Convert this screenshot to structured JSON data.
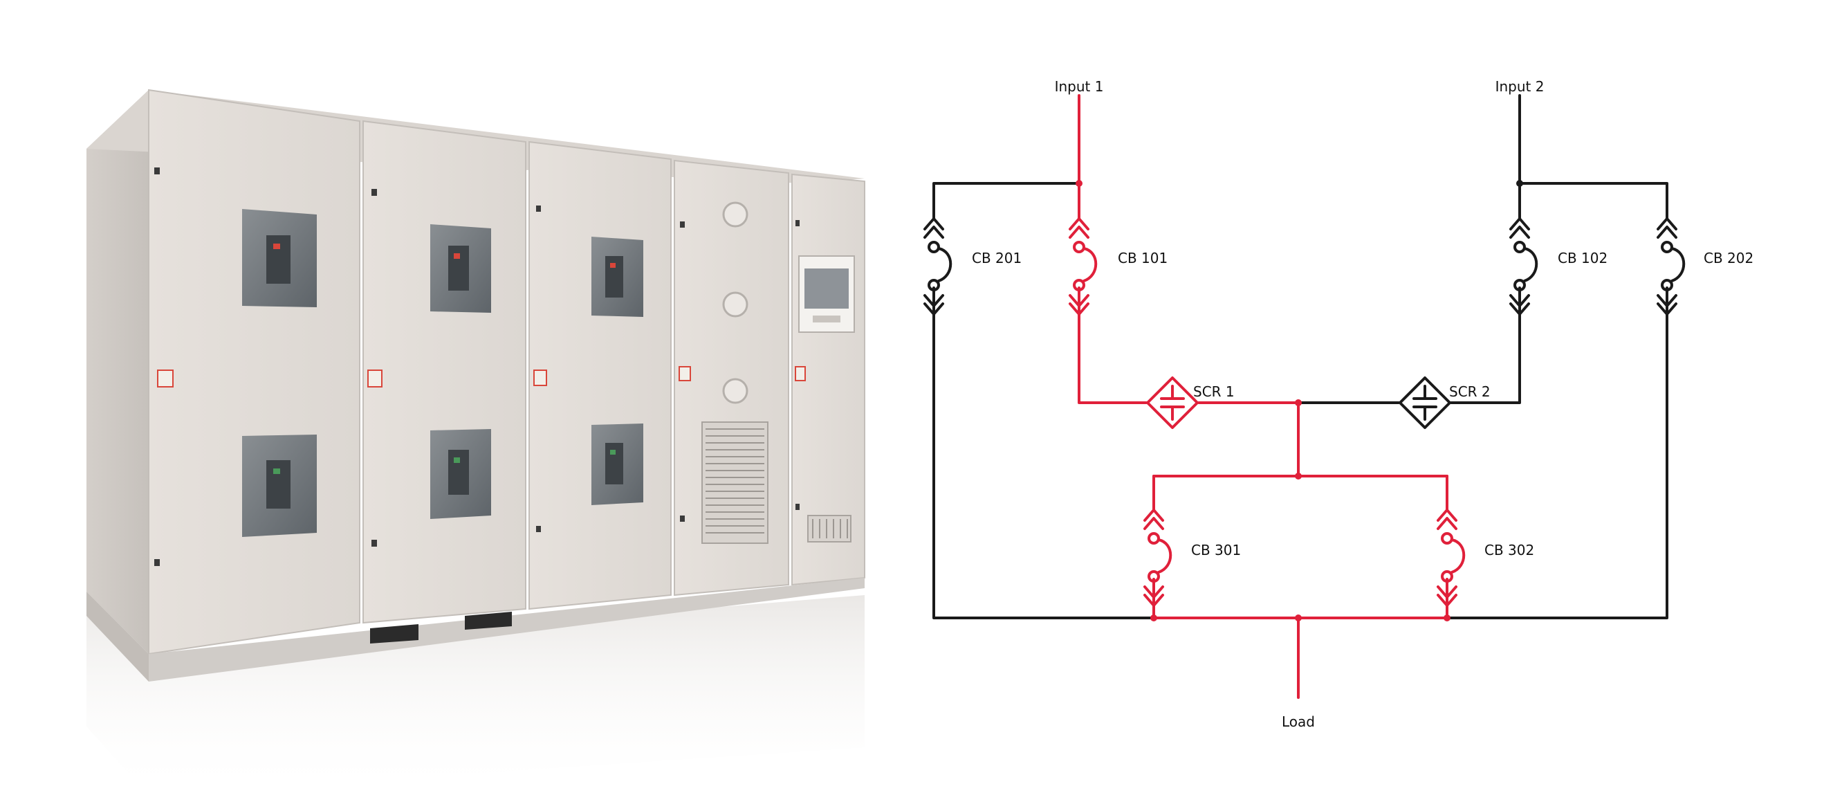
{
  "colors": {
    "active_path": "#e0203a",
    "inactive_path": "#1a1a1a",
    "cabinet_panel": "#e3ded9",
    "cabinet_shadow": "#c9c4bf",
    "background": "#ffffff"
  },
  "photo": {
    "subject": "switchgear-cabinet"
  },
  "diagram": {
    "labels": {
      "input_1": "Input 1",
      "input_2": "Input 2",
      "cb_201": "CB 201",
      "cb_101": "CB 101",
      "cb_102": "CB 102",
      "cb_202": "CB 202",
      "scr_1": "SCR 1",
      "scr_2": "SCR 2",
      "cb_301": "CB 301",
      "cb_302": "CB 302",
      "load": "Load"
    }
  }
}
